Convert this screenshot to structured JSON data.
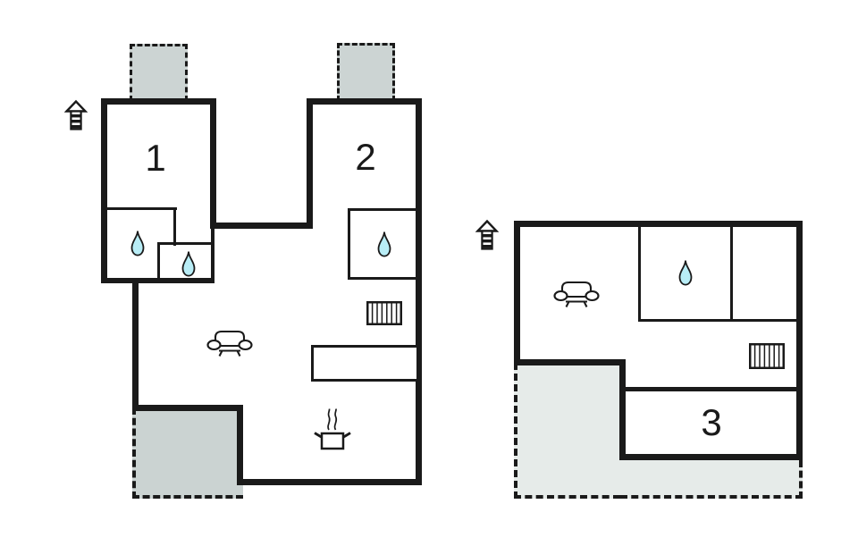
{
  "floor_plan": {
    "rooms": {
      "room1": "1",
      "room2": "2",
      "room3": "3"
    },
    "buildings": {
      "left": {
        "room_labels": [
          "1",
          "2"
        ],
        "icon_names": [
          "entrance-icon",
          "chimney-area",
          "chimney-area",
          "water-drop-icon",
          "water-drop-icon",
          "water-drop-icon",
          "sofa-icon",
          "radiator-icon",
          "stove-icon",
          "counter",
          "terrace-area"
        ]
      },
      "right": {
        "room_labels": [
          "3"
        ],
        "icon_names": [
          "entrance-icon",
          "water-drop-icon",
          "sofa-icon",
          "radiator-icon",
          "terrace-area"
        ]
      }
    },
    "colors": {
      "wall": "#1a1a1a",
      "water_fill": "#b8edf6",
      "chimney_fill": "#ccd4d3",
      "terrace_left_fill": "#cbd3d2",
      "terrace_right_fill": "#e6ebe9"
    }
  }
}
